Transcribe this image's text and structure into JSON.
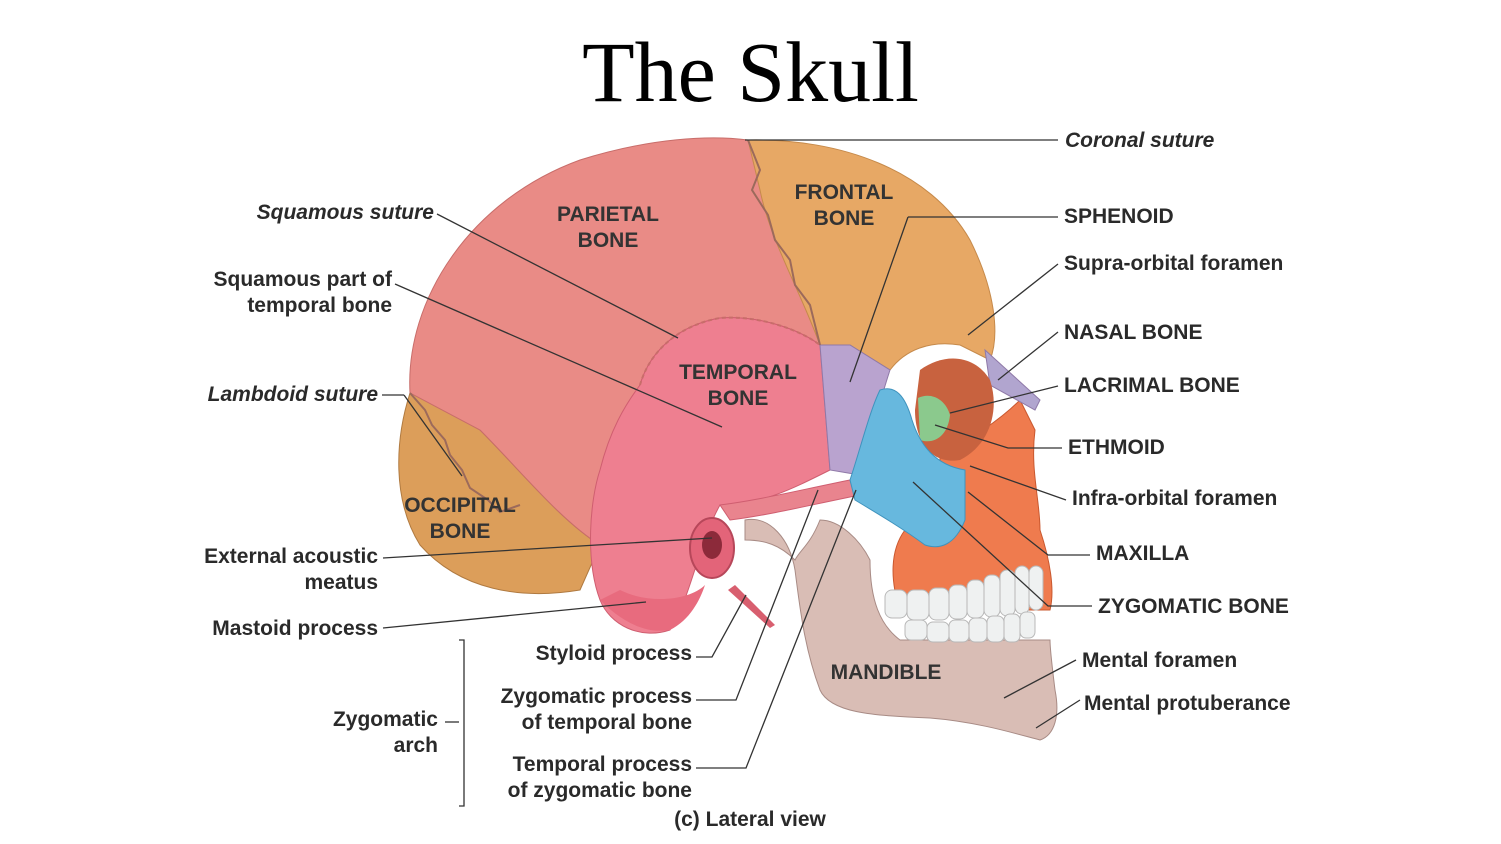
{
  "title": "The Skull",
  "caption": "(c) Lateral view",
  "bone_labels": {
    "parietal": "PARIETAL\nBONE",
    "frontal": "FRONTAL\nBONE",
    "temporal": "TEMPORAL\nBONE",
    "occipital": "OCCIPITAL\nBONE",
    "mandible": "MANDIBLE"
  },
  "left_labels": {
    "squamous_suture": "Squamous suture",
    "squamous_part": "Squamous part of\ntemporal bone",
    "lambdoid_suture": "Lambdoid suture",
    "external_acoustic": "External acoustic\nmeatus",
    "mastoid": "Mastoid process",
    "zygomatic_arch": "Zygomatic\narch",
    "styloid": "Styloid process",
    "zygomatic_process": "Zygomatic process\nof temporal bone",
    "temporal_process": "Temporal process\nof zygomatic bone"
  },
  "right_labels": {
    "coronal_suture": "Coronal suture",
    "sphenoid": "SPHENOID",
    "supra_orbital": "Supra-orbital foramen",
    "nasal": "NASAL BONE",
    "lacrimal": "LACRIMAL BONE",
    "ethmoid": "ETHMOID",
    "infra_orbital": "Infra-orbital foramen",
    "maxilla": "MAXILLA",
    "zygomatic_bone": "ZYGOMATIC BONE",
    "mental_foramen": "Mental foramen",
    "mental_protuberance": "Mental protuberance"
  },
  "colors": {
    "parietal": "#e98b86",
    "frontal": "#e7a865",
    "temporal": "#ee7f90",
    "occipital": "#dc9e5a",
    "sphenoid": "#b9a3cf",
    "zygomatic": "#67b8de",
    "maxilla": "#ef7b4e",
    "mandible": "#d9bdb5",
    "ethmoid": "#8bc98d",
    "nasal": "#b1a5cf",
    "teeth": "#eff1f1",
    "leader": "#333333"
  }
}
